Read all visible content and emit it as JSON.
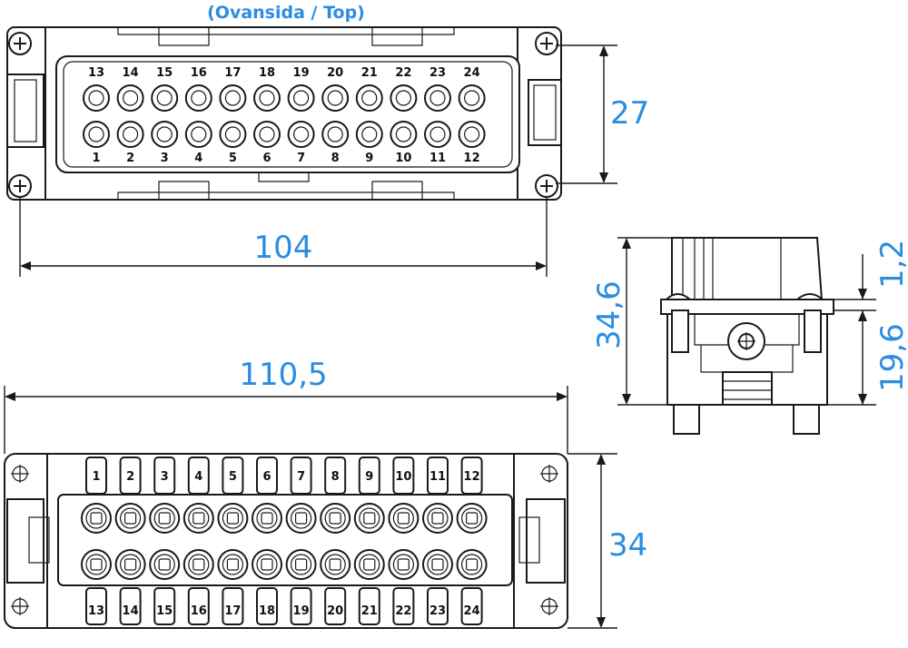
{
  "title": "(Ovansida / Top)",
  "dimensions": {
    "top_height": "27",
    "top_width": "104",
    "bottom_width": "110,5",
    "bottom_height": "34",
    "side_height": "34,6",
    "side_step": "1,2",
    "side_lower": "19,6"
  },
  "top_view": {
    "upper_row": [
      "13",
      "14",
      "15",
      "16",
      "17",
      "18",
      "19",
      "20",
      "21",
      "22",
      "23",
      "24"
    ],
    "lower_row": [
      "1",
      "2",
      "3",
      "4",
      "5",
      "6",
      "7",
      "8",
      "9",
      "10",
      "11",
      "12"
    ]
  },
  "bottom_view": {
    "upper_row": [
      "1",
      "2",
      "3",
      "4",
      "5",
      "6",
      "7",
      "8",
      "9",
      "10",
      "11",
      "12"
    ],
    "lower_row": [
      "13",
      "14",
      "15",
      "16",
      "17",
      "18",
      "19",
      "20",
      "21",
      "22",
      "23",
      "24"
    ]
  },
  "colors": {
    "dimension": "#2b8de0",
    "outline": "#1a1a1a"
  }
}
